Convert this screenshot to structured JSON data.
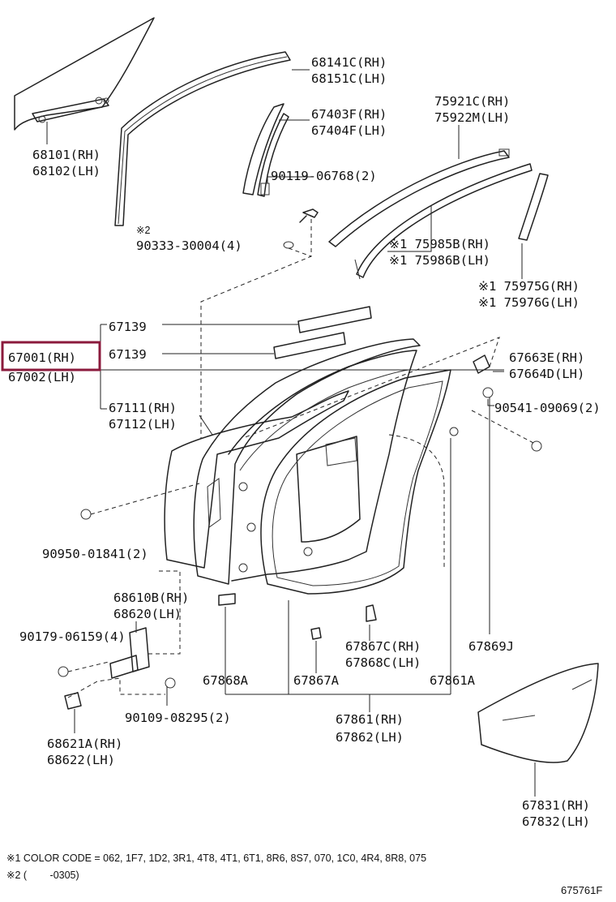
{
  "labels": {
    "p68141c": "68141C(RH)",
    "p68151c": "68151C(LH)",
    "p67403f": "67403F(RH)",
    "p67404f": "67404F(LH)",
    "p75921c": "75921C(RH)",
    "p75922m": "75922M(LH)",
    "p68101": "68101(RH)",
    "p68102": "68102(LH)",
    "p90119": "90119-06768(2)",
    "m2_mark": "※2",
    "p90333": "90333-30004(4)",
    "p75985b": "※1 75985B(RH)",
    "p75986b": "※1 75986B(LH)",
    "p75975g": "※1 75975G(RH)",
    "p75976g": "※1 75976G(LH)",
    "p67139_a": "67139",
    "p67139_b": "67139",
    "p67001": "67001(RH)",
    "p67002": "67002(LH)",
    "p67663e": "67663E(RH)",
    "p67664d": "67664D(LH)",
    "p67111": "67111(RH)",
    "p67112": "67112(LH)",
    "p90541": "90541-09069(2)",
    "p90950": "90950-01841(2)",
    "p68610b": "68610B(RH)",
    "p68620": "68620(LH)",
    "p90179": "90179-06159(4)",
    "p67867c": "67867C(RH)",
    "p67868c": "67868C(LH)",
    "p67869j": "67869J",
    "p67868a": "67868A",
    "p67867a": "67867A",
    "p67861a": "67861A",
    "p90109": "90109-08295(2)",
    "p67861": "67861(RH)",
    "p67862": "67862(LH)",
    "p68621a": "68621A(RH)",
    "p68622": "68622(LH)",
    "p67831": "67831(RH)",
    "p67832": "67832(LH)"
  },
  "footnotes": {
    "note1": "※1 COLOR CODE = 062, 1F7, 1D2, 3R1, 4T8, 4T1, 6T1, 8R6, 8S7, 070, 1C0, 4R4, 8R8, 075",
    "note2": "※2 (　　 -0305)"
  },
  "diagram_ref": "675761F",
  "highlight_color": "#8b1a3c"
}
